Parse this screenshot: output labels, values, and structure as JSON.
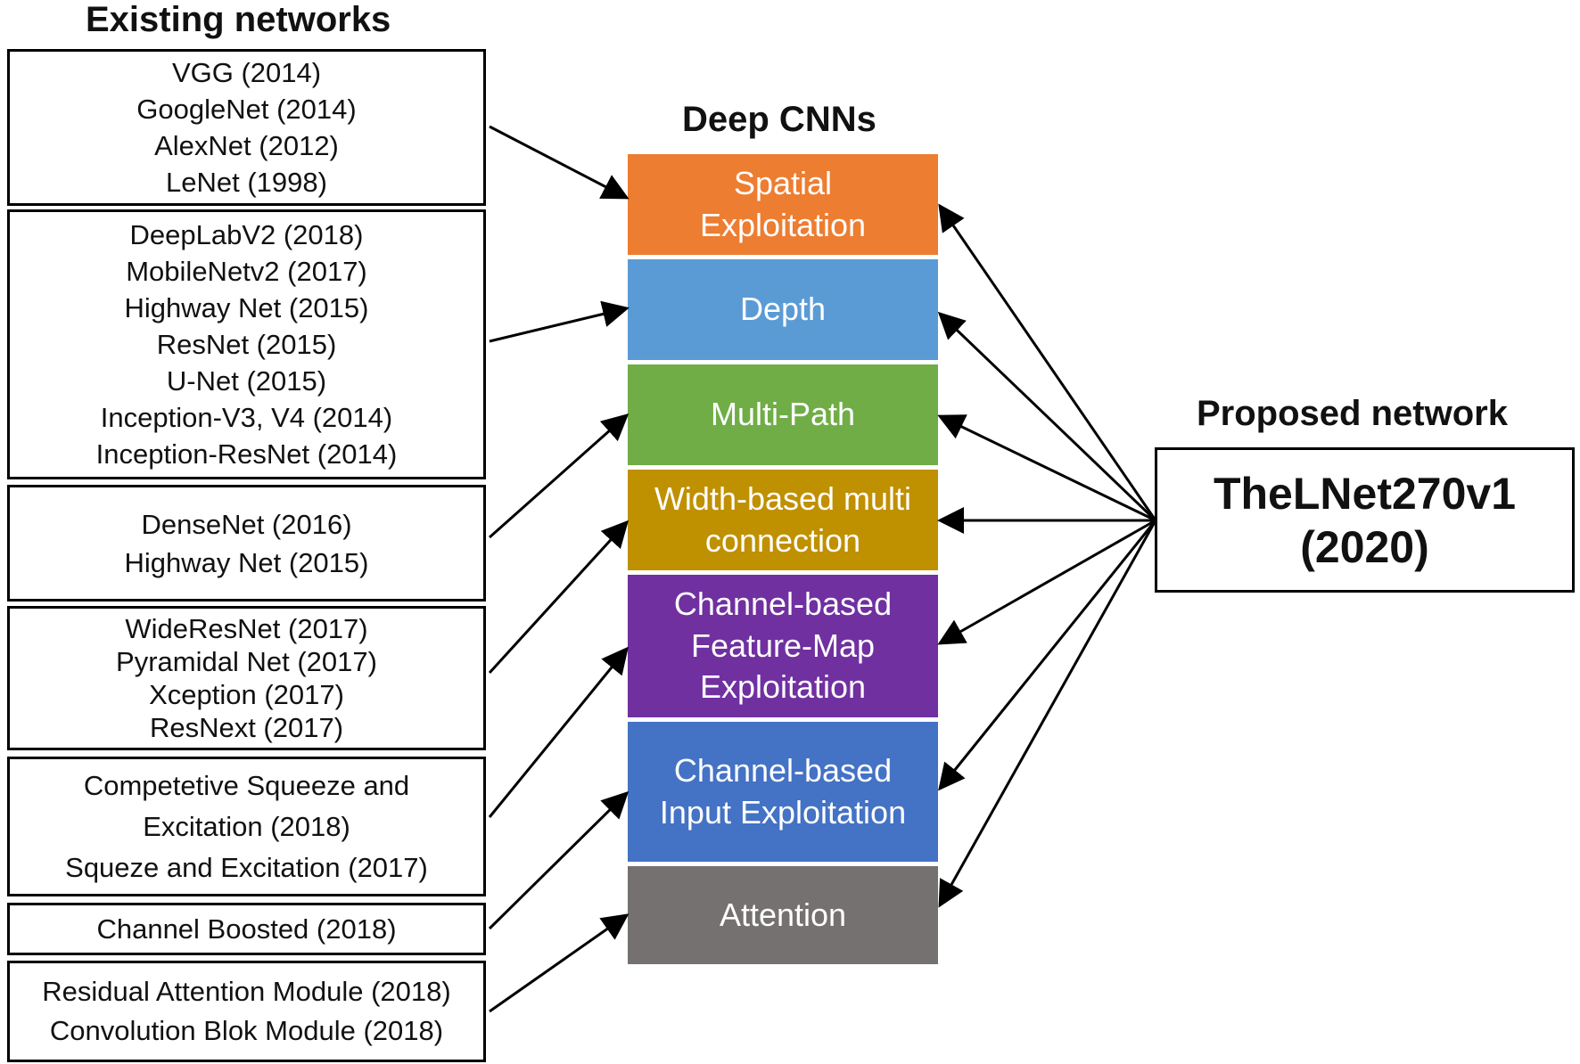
{
  "headings": {
    "existing": "Existing networks",
    "deep_cnns": "Deep CNNs",
    "proposed": "Proposed network"
  },
  "existing_networks": [
    {
      "lines": [
        "VGG (2014)",
        "GoogleNet (2014)",
        "AlexNet (2012)",
        "LeNet (1998)"
      ]
    },
    {
      "lines": [
        "DeepLabV2 (2018)",
        "MobileNetv2 (2017)",
        "Highway Net (2015)",
        "ResNet (2015)",
        "U-Net (2015)",
        "Inception-V3, V4 (2014)",
        "Inception-ResNet (2014)"
      ]
    },
    {
      "lines": [
        "DenseNet (2016)",
        "Highway Net (2015)"
      ]
    },
    {
      "lines": [
        "WideResNet (2017)",
        "Pyramidal Net (2017)",
        "Xception (2017)",
        "ResNext (2017)"
      ]
    },
    {
      "lines": [
        "Competetive Squeeze and",
        "Excitation (2018)",
        "Squeze and Excitation (2017)"
      ]
    },
    {
      "lines": [
        "Channel Boosted (2018)"
      ]
    },
    {
      "lines": [
        "Residual Attention Module (2018)",
        "Convolution Blok Module (2018)"
      ]
    }
  ],
  "categories": [
    {
      "lines": [
        "Spatial",
        "Exploitation"
      ],
      "color": "#ED7D31"
    },
    {
      "lines": [
        "Depth"
      ],
      "color": "#5B9BD5"
    },
    {
      "lines": [
        "Multi-Path"
      ],
      "color": "#70AD47"
    },
    {
      "lines": [
        "Width-based multi",
        "connection"
      ],
      "color": "#BF9000"
    },
    {
      "lines": [
        "Channel-based",
        "Feature-Map",
        "Exploitation"
      ],
      "color": "#7030A0"
    },
    {
      "lines": [
        "Channel-based",
        "Input Exploitation"
      ],
      "color": "#4472C4"
    },
    {
      "lines": [
        "Attention"
      ],
      "color": "#767171"
    }
  ],
  "proposed": {
    "lines": [
      "TheLNet270v1",
      "(2020)"
    ]
  }
}
